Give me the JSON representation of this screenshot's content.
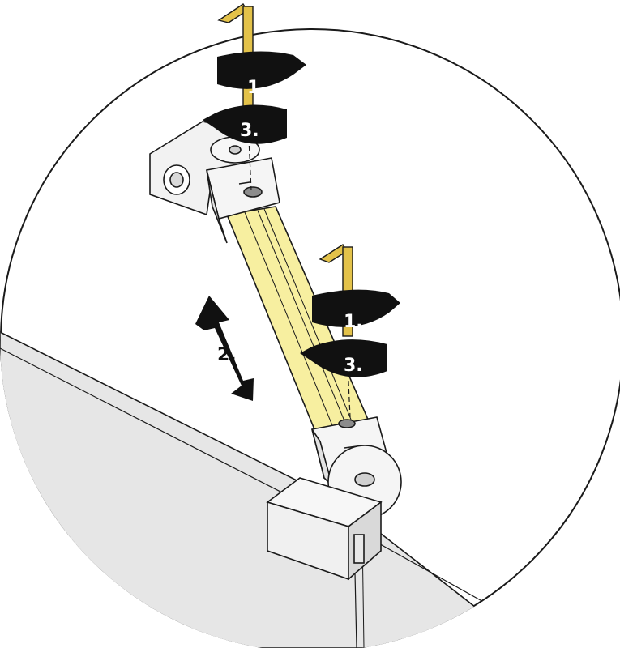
{
  "steps": {
    "upper_loosen": "1.",
    "upper_tighten": "3.",
    "adjust": "2.",
    "lower_loosen": "1.",
    "lower_tighten": "3."
  },
  "colors": {
    "bar_yellow": "#F7EFA0",
    "hex_key": "#E3C24A",
    "arrow_black": "#111111",
    "glass": "#E6E6E6",
    "outline": "#1a1a1a"
  },
  "icons": [
    "hex-key-icon",
    "rotation-arrow-icon",
    "double-arrow-icon"
  ]
}
